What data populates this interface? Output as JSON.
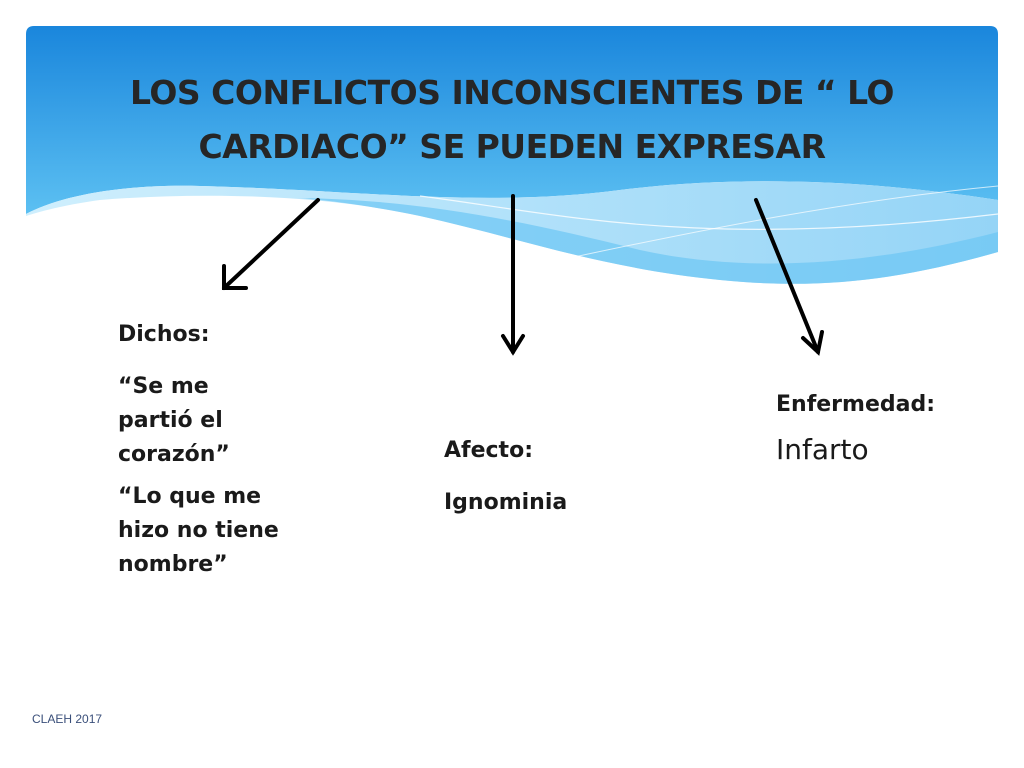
{
  "title": "LOS CONFLICTOS INCONSCIENTES DE “ LO CARDIACO” SE PUEDEN EXPRESAR",
  "branches": {
    "dichos": {
      "label": "Dichos:",
      "items": [
        "“Se me partió el corazón”",
        "“Lo que me hizo no tiene nombre”"
      ]
    },
    "afecto": {
      "label": "Afecto:",
      "value": "Ignominia"
    },
    "enfermedad": {
      "label": "Enfermedad:",
      "value": "Infarto"
    }
  },
  "footer": "CLAEH 2017",
  "colors": {
    "banner_top": "#1a86dc",
    "banner_bottom": "#5cc0f2",
    "wave_light": "#a9dcf8",
    "arrow": "#000000"
  }
}
